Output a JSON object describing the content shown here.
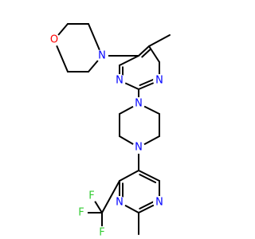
{
  "molecule": {
    "colors": {
      "bond": "#000000",
      "N": "#0000ff",
      "O": "#ff0000",
      "F": "#33cc33"
    },
    "atom_labels": {
      "O": "O",
      "N": "N",
      "F": "F"
    }
  }
}
